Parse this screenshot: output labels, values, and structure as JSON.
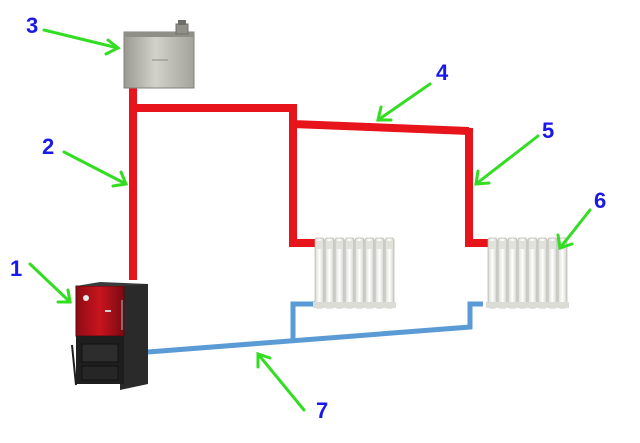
{
  "colors": {
    "supply_pipe": "#e8141c",
    "return_pipe": "#5a9bd5",
    "arrow": "#33dd22",
    "label_number": "#1a1ae6",
    "boiler_body": "#b3121e",
    "boiler_base": "#222222",
    "tank": "#b8b8b0",
    "radiator": "#f2f2ee"
  },
  "icons": {
    "boiler": "solid-fuel-boiler-icon",
    "expansion_tank": "expansion-tank-icon",
    "radiator": "radiator-icon",
    "arrow": "pointer-arrow-icon"
  },
  "callouts": [
    {
      "id": "1",
      "label": "1",
      "target": "boiler"
    },
    {
      "id": "2",
      "label": "2",
      "target": "supply-riser-pipe"
    },
    {
      "id": "3",
      "label": "3",
      "target": "expansion-tank"
    },
    {
      "id": "4",
      "label": "4",
      "target": "supply-main-pipe"
    },
    {
      "id": "5",
      "label": "5",
      "target": "supply-drop-pipe"
    },
    {
      "id": "6",
      "label": "6",
      "target": "radiator-right"
    },
    {
      "id": "7",
      "label": "7",
      "target": "return-pipe"
    }
  ]
}
